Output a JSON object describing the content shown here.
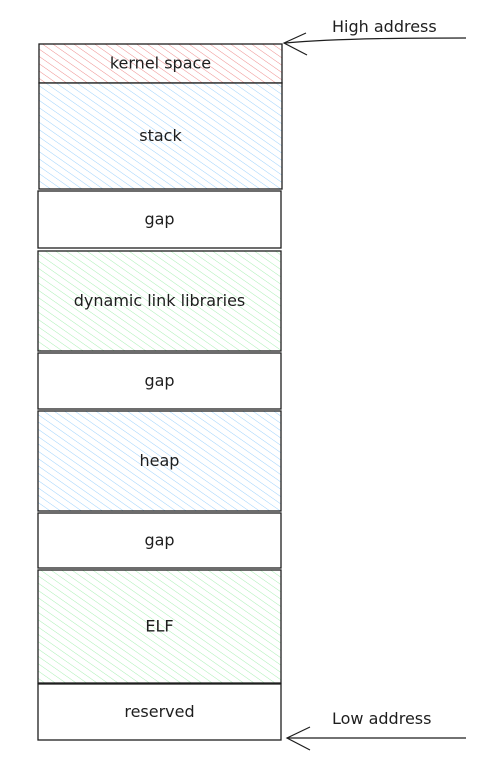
{
  "segments": [
    {
      "id": "kernel",
      "label": "kernel space",
      "fill": "#ffc9c9",
      "hatch": "#e03131"
    },
    {
      "id": "stack",
      "label": "stack",
      "fill": "#d0ebff",
      "hatch": "#74c0fc"
    },
    {
      "id": "gap1",
      "label": "gap",
      "fill": "#ffffff",
      "hatch": ""
    },
    {
      "id": "dll",
      "label": "dynamic link libraries",
      "fill": "#d3f9d8",
      "hatch": "#8ce99a"
    },
    {
      "id": "gap2",
      "label": "gap",
      "fill": "#ffffff",
      "hatch": ""
    },
    {
      "id": "heap",
      "label": "heap",
      "fill": "#d0ebff",
      "hatch": "#74c0fc"
    },
    {
      "id": "gap3",
      "label": "gap",
      "fill": "#ffffff",
      "hatch": ""
    },
    {
      "id": "elf",
      "label": "ELF",
      "fill": "#d3f9d8",
      "hatch": "#8ce99a"
    },
    {
      "id": "reserved",
      "label": "reserved",
      "fill": "#ffffff",
      "hatch": ""
    }
  ],
  "annotations": {
    "high": "High address",
    "low": "Low address"
  },
  "colors": {
    "stroke": "#1e1e1e"
  }
}
